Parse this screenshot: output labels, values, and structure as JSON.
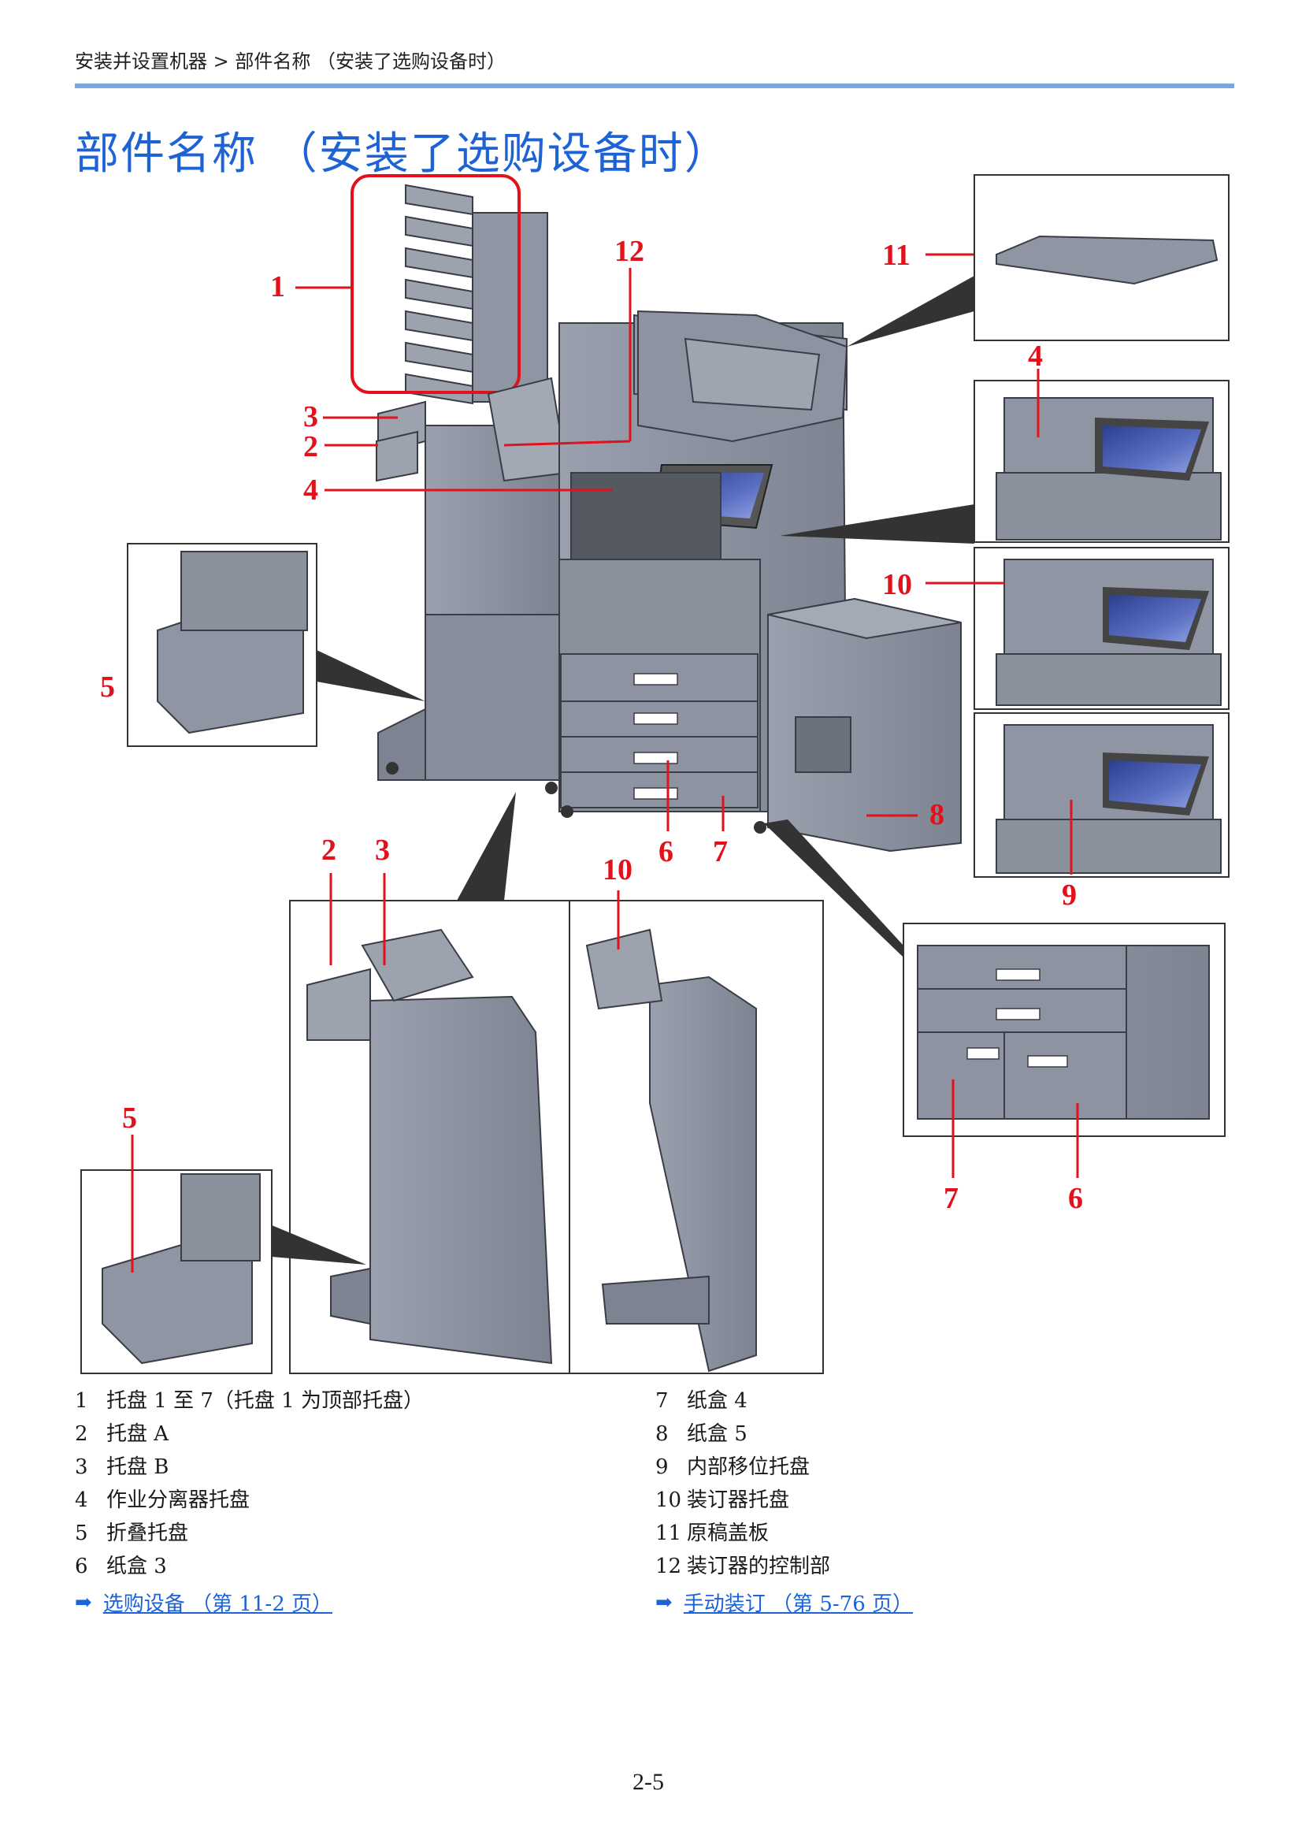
{
  "breadcrumb": "安装并设置机器 > 部件名称 （安装了选购设备时）",
  "title": "部件名称 （安装了选购设备时）",
  "callouts": {
    "c1": "1",
    "c2a": "2",
    "c3a": "3",
    "c4a": "4",
    "c5a": "5",
    "c6a": "6",
    "c7a": "7",
    "c8": "8",
    "c9": "9",
    "c10a": "10",
    "c11": "11",
    "c12": "12",
    "c4b": "4",
    "c2b": "2",
    "c3b": "3",
    "c10b": "10",
    "c5b": "5",
    "c7b": "7",
    "c6b": "6"
  },
  "legend_left": [
    {
      "num": "1",
      "text": "托盘 1 至 7（托盘 1 为顶部托盘）"
    },
    {
      "num": "2",
      "text": "托盘 A"
    },
    {
      "num": "3",
      "text": "托盘 B"
    },
    {
      "num": "4",
      "text": "作业分离器托盘"
    },
    {
      "num": "5",
      "text": "折叠托盘"
    },
    {
      "num": "6",
      "text": "纸盒 3"
    }
  ],
  "legend_right": [
    {
      "num": "7",
      "text": "纸盒 4"
    },
    {
      "num": "8",
      "text": "纸盒 5"
    },
    {
      "num": "9",
      "text": "内部移位托盘"
    },
    {
      "num": "10",
      "text": "装订器托盘"
    },
    {
      "num": "11",
      "text": "原稿盖板"
    },
    {
      "num": "12",
      "text": "装订器的控制部"
    }
  ],
  "refs": {
    "left": "选购设备 （第 11-2 页）",
    "right": "手动装订 （第 5-76 页）"
  },
  "page_number": "2-5",
  "colors": {
    "title": "#1e63d6",
    "callout": "#e1121b",
    "rule": "#7aa6e0",
    "machine": "#8f95a3"
  }
}
